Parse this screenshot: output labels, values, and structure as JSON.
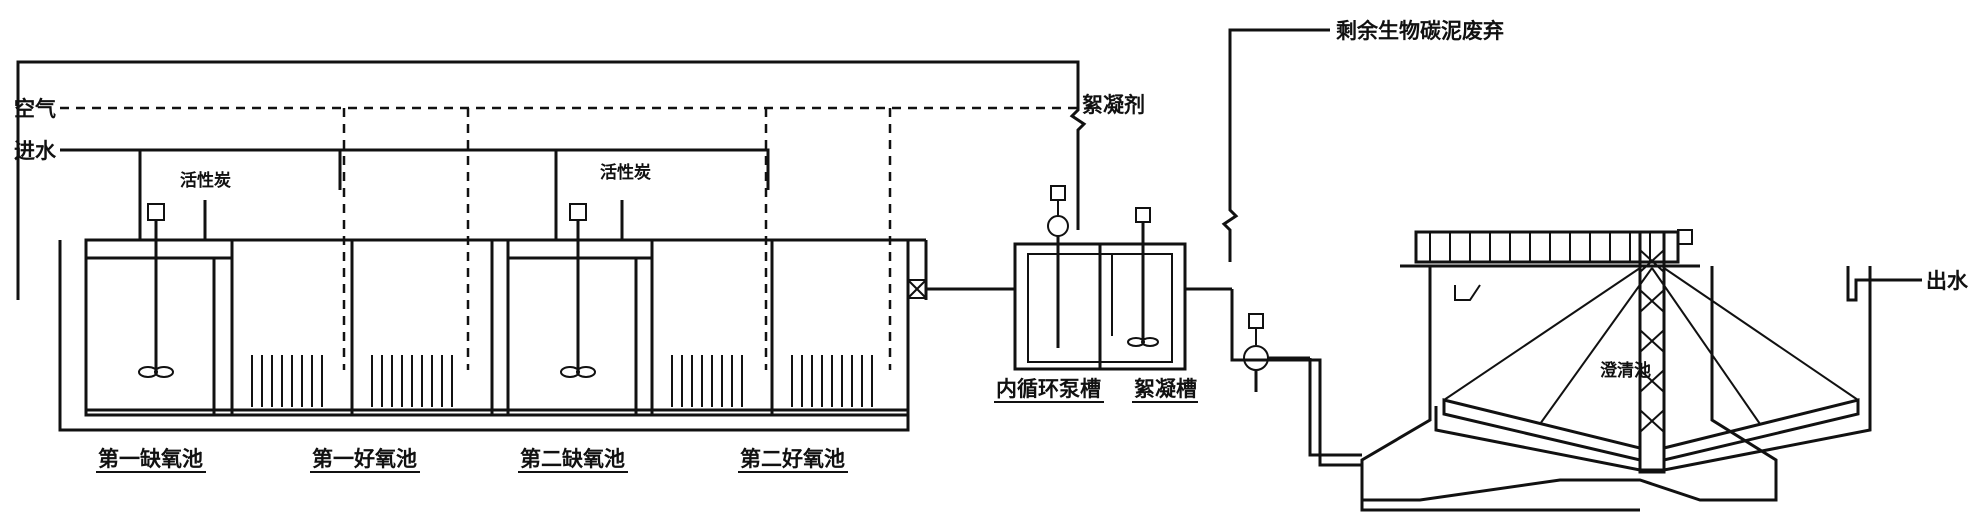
{
  "labels": {
    "air": "空气",
    "inlet": "进水",
    "activated_carbon_1": "活性炭",
    "activated_carbon_2": "活性炭",
    "flocculant": "絮凝剂",
    "surplus_sludge": "剩余生物碳泥废弃",
    "outlet": "出水",
    "clarifier": "澄清池"
  },
  "tank_captions": {
    "anoxic_1": "第一缺氧池",
    "aerobic_1": "第一好氧池",
    "anoxic_2": "第二缺氧池",
    "aerobic_2": "第二好氧池",
    "recirc_pump_tank": "内循环泵槽",
    "floc_tank": "絮凝槽"
  },
  "icons": {
    "motor": "motor-icon",
    "stirrer": "stirrer-icon",
    "pump": "pump-icon",
    "valve": "valve-icon",
    "aerator": "aerator-icon",
    "scraper": "scraper-bridge-icon"
  },
  "colors": {
    "line": "#111111",
    "background": "#ffffff"
  }
}
